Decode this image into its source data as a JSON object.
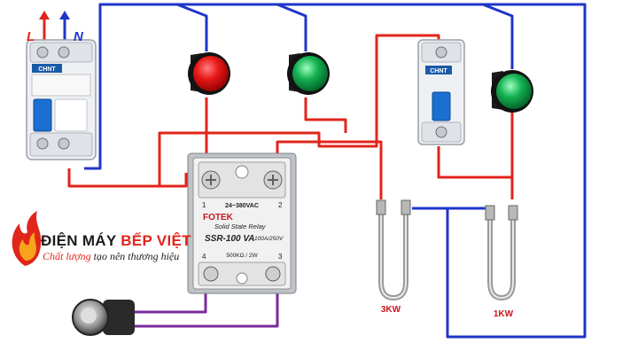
{
  "supply": {
    "l_label": "L",
    "n_label": "N"
  },
  "rcbo": {
    "brand": "CHNT"
  },
  "mcb": {
    "brand": "CHNT"
  },
  "ssr": {
    "brand": "FOTEK",
    "input_range": "24~380VAC",
    "subtitle": "Solid State Relay",
    "model": "SSR-100 VA",
    "rating": "100A/250V",
    "pot_rating": "500KΩ / 2W",
    "terminals": [
      "1",
      "2",
      "4",
      "3"
    ]
  },
  "heaters": {
    "left_label": "3KW",
    "right_label": "1KW"
  },
  "branding": {
    "name_part1": "ĐIỆN MÁY ",
    "name_part2": "BẾP VIỆT",
    "tagline_part1": "Chất lượng ",
    "tagline_part2": "tạo nên thương hiệu"
  },
  "colors": {
    "live_wire": "#e1251b",
    "neutral_wire": "#1f35c9",
    "control_wire": "#7a2a9a",
    "lamp_red": "#e11b1b",
    "lamp_green": "#11a84a"
  }
}
